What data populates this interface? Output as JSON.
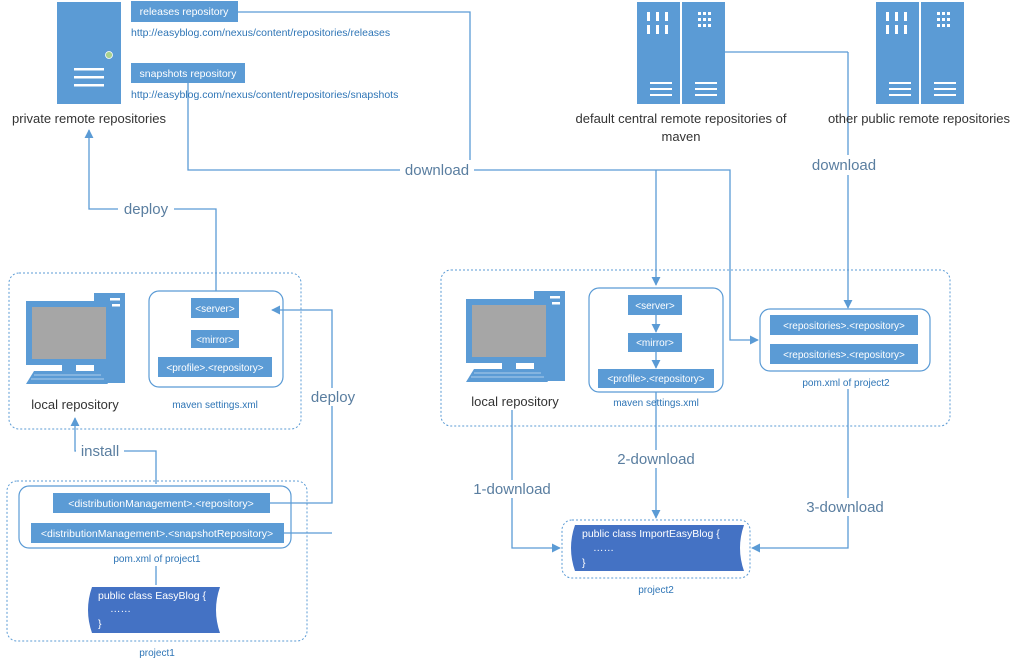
{
  "private_server": {
    "label": "private remote repositories",
    "releases_label": "releases repository",
    "releases_url": "http://easyblog.com/nexus/content/repositories/releases",
    "snapshots_label": "snapshots repository",
    "snapshots_url": "http://easyblog.com/nexus/content/repositories/snapshots"
  },
  "central_server": {
    "label_line1": "default central remote repositories of",
    "label_line2": "maven"
  },
  "public_server": {
    "label": "other public remote repositories"
  },
  "edges": {
    "download_top": "download",
    "download_right": "download",
    "deploy_top": "deploy",
    "deploy_side": "deploy",
    "install": "install",
    "download_1": "1-download",
    "download_2": "2-download",
    "download_3": "3-download"
  },
  "left_local": {
    "computer_label": "local repository",
    "settings_caption": "maven settings.xml",
    "server": "<server>",
    "mirror": "<mirror>",
    "profile": "<profile>.<repository>"
  },
  "project1": {
    "pom_caption": "pom.xml of project1",
    "dist_repo": "<distributionManagement>.<repository>",
    "dist_snapshot": "<distributionManagement>.<snapshotRepository>",
    "code_line1": "public class EasyBlog {",
    "code_line2": "……",
    "code_line3": "}",
    "caption": "project1"
  },
  "right_local": {
    "computer_label": "local repository",
    "settings_caption": "maven settings.xml",
    "server": "<server>",
    "mirror": "<mirror>",
    "profile": "<profile>.<repository>",
    "pom_caption": "pom.xml of project2",
    "repo1": "<repositories>.<repository>",
    "repo2": "<repositories>.<repository>"
  },
  "project2": {
    "code_line1": "public class ImportEasyBlog {",
    "code_line2": "……",
    "code_line3": "}",
    "caption": "project2"
  },
  "colors": {
    "accent": "#5b9bd5",
    "dark": "#4472c4",
    "text_blue": "#2e75b6",
    "muted": "#5a7ea0"
  }
}
